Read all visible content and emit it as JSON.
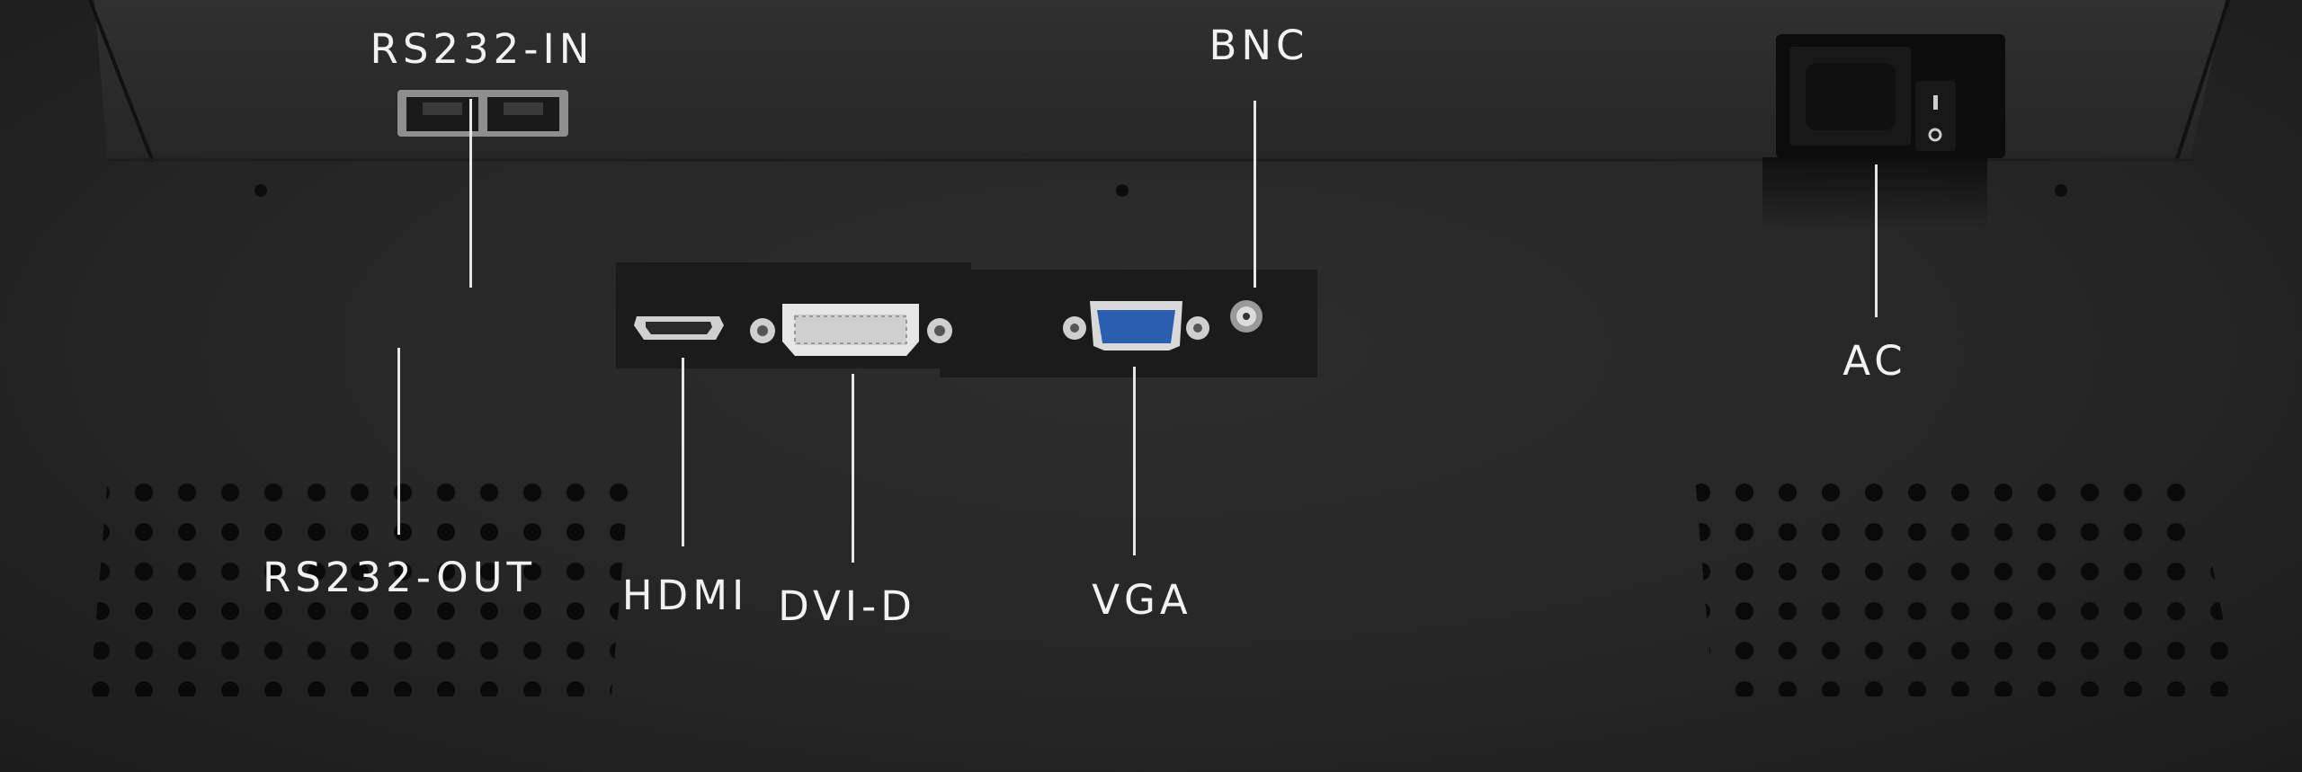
{
  "ports": {
    "rs232_in": "RS232-IN",
    "rs232_out": "RS232-OUT",
    "hdmi": "HDMI",
    "dvi_d": "DVI-D",
    "vga": "VGA",
    "bnc": "BNC",
    "ac": "AC"
  },
  "colors": {
    "panel": "#262626",
    "label": "#f2f2f2",
    "vga_blue": "#2a5fb0"
  },
  "icons": [
    "rj45-port-icon",
    "hdmi-port-icon",
    "dvi-port-icon",
    "vga-port-icon",
    "bnc-port-icon",
    "ac-inlet-icon",
    "power-switch-icon"
  ]
}
